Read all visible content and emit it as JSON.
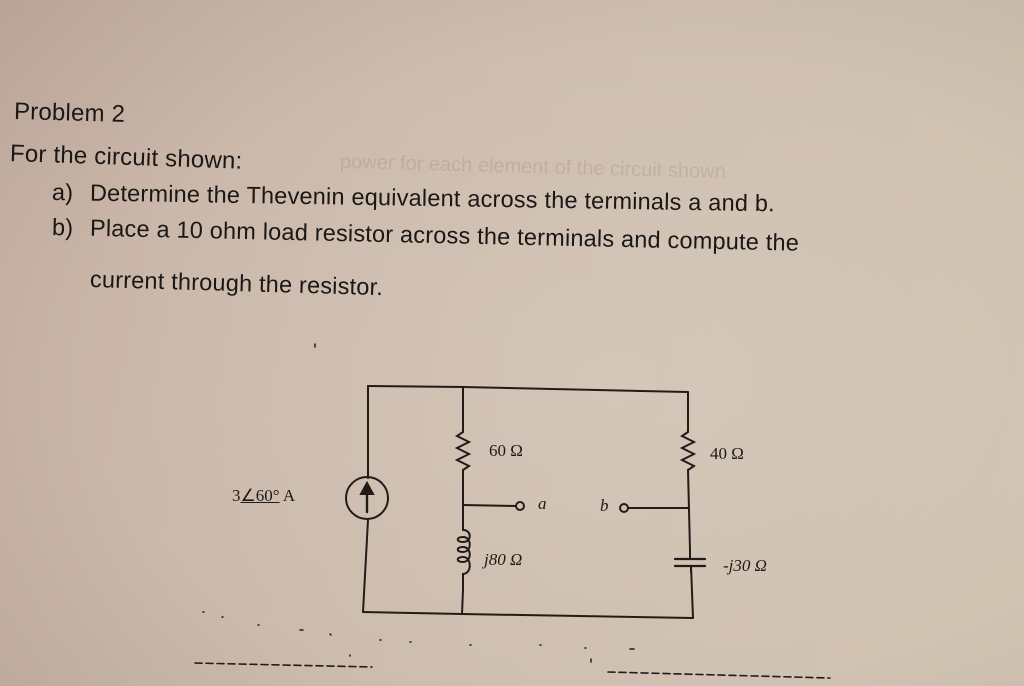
{
  "problem": {
    "title": "Problem 2",
    "intro": "For the circuit shown:",
    "items": [
      {
        "marker": "a)",
        "text": "Determine the Thevenin equivalent across the terminals a and b."
      },
      {
        "marker": "b)",
        "text": "Place a 10 ohm load resistor across the terminals and compute the",
        "continuation": "current through the resistor."
      }
    ]
  },
  "circuit": {
    "source": {
      "magnitude": "3",
      "angle": "60°",
      "unit": "A",
      "type": "current-source",
      "direction": "up"
    },
    "components": [
      {
        "id": "R1",
        "type": "resistor",
        "label": "60 Ω"
      },
      {
        "id": "L1",
        "type": "inductor",
        "label": "j80 Ω"
      },
      {
        "id": "R2",
        "type": "resistor",
        "label": "40 Ω"
      },
      {
        "id": "C1",
        "type": "capacitor",
        "label": "-j30 Ω"
      }
    ],
    "terminals": {
      "a": "a",
      "b": "b"
    }
  }
}
